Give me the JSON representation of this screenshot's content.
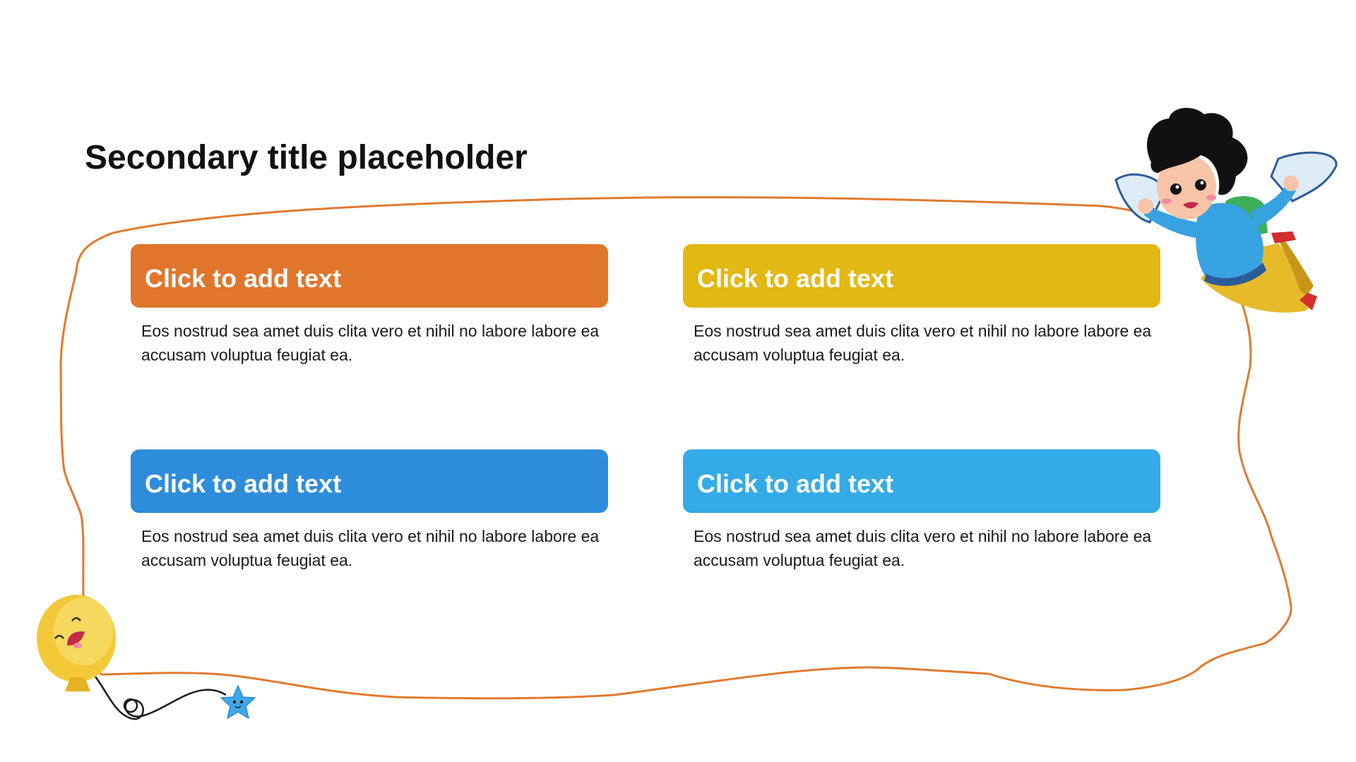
{
  "slide": {
    "title": "Secondary title placeholder",
    "cards": [
      {
        "heading": "Click to add text",
        "body": "Eos nostrud sea amet duis clita vero et nihil no labore labore ea accusam voluptua feugiat ea.",
        "color": "#E0762C"
      },
      {
        "heading": "Click to add text",
        "body": "Eos nostrud sea amet duis clita vero et nihil no labore labore ea accusam voluptua feugiat ea.",
        "color": "#E2B812"
      },
      {
        "heading": "Click to add text",
        "body": "Eos nostrud sea amet duis clita vero et nihil no labore labore ea accusam voluptua feugiat ea.",
        "color": "#2E8DDB"
      },
      {
        "heading": "Click to add text",
        "body": "Eos nostrud sea amet duis clita vero et nihil no labore labore ea accusam voluptua feugiat ea.",
        "color": "#34ABE6"
      }
    ]
  },
  "colors": {
    "frame": "#E07A2E",
    "balloon": "#F3C93A",
    "star": "#3FA8E8"
  },
  "icons": [
    "balloon-icon",
    "star-icon",
    "flying-boy-illustration"
  ]
}
